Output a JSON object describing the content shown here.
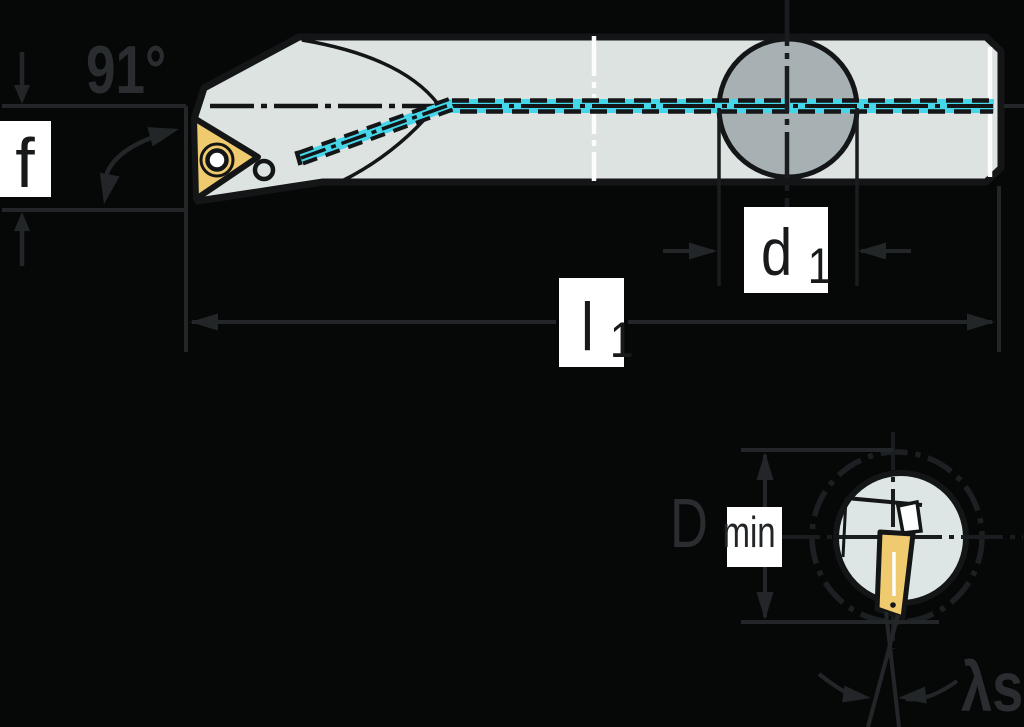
{
  "meta": {
    "description": "Technical dimension drawing of an internal boring bar with triangular indexable insert, side view with coolant channel and cross-section view",
    "view_top": "side-view",
    "view_bottom": "cross-section-view"
  },
  "labels": {
    "lead_angle": "91°",
    "feed_dimension": "f",
    "shank_diameter_main": "d",
    "shank_diameter_sub": "1",
    "overall_length_main": "l",
    "overall_length_sub": "1",
    "min_bore_main": "D",
    "min_bore_sub": "min",
    "inclination_angle": "λs"
  },
  "colors": {
    "background": "#060808",
    "body_fill": "#dde3e1",
    "clamp_circle_fill": "#a7b1b3",
    "bore_circle_fill": "#dde6e4",
    "insert_fill": "#f0ca6e",
    "coolant_cyan": "#45d7e9",
    "outline_dark": "#131516",
    "dimension_gray": "#232628",
    "text_gray": "#2a2d2f",
    "label_text": "#17191b",
    "label_box": "#ffffff",
    "white_detail": "#fbfcfc"
  }
}
